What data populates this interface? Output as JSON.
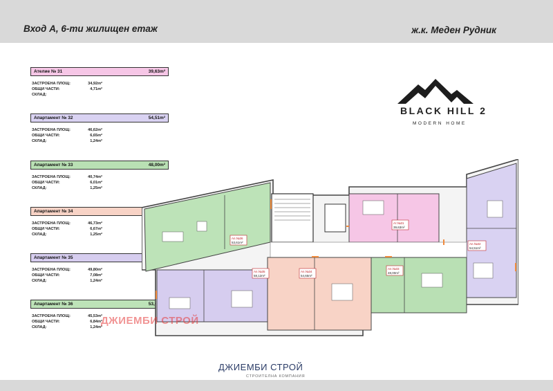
{
  "header": {
    "left_title": "Вход А, 6-ти жилищен етаж",
    "right_title": "ж.к. Меден Рудник"
  },
  "brand": {
    "name": "BLACK HILL 2",
    "tagline": "MODERN HOME"
  },
  "labels": {
    "built_area": "ЗАСТРОЕНА ПЛОЩ:",
    "common_parts": "ОБЩИ ЧАСТИ:",
    "storage": "СКЛАД:"
  },
  "units": [
    {
      "name": "Ателие № 31",
      "area": "39,63m²",
      "built": "34,92m²",
      "common": "4,71m²",
      "storage": "",
      "color": "#f6c6e6"
    },
    {
      "name": "Апартамент № 32",
      "area": "54,51m²",
      "built": "46,62m²",
      "common": "6,65m²",
      "storage": "1,24m²",
      "color": "#d9d2f2"
    },
    {
      "name": "Апартамент № 33",
      "area": "48,00m²",
      "built": "40,74m²",
      "common": "6,01m²",
      "storage": "1,25m²",
      "color": "#b9e0b4"
    },
    {
      "name": "Апартамент № 34",
      "area": "54,65m²",
      "built": "46,73m²",
      "common": "6,67m²",
      "storage": "1,25m²",
      "color": "#f8d3c6"
    },
    {
      "name": "Апартамент № 35",
      "area": "58,12m²",
      "built": "49,80m²",
      "common": "7,08m²",
      "storage": "1,24m²",
      "color": "#d6cdef"
    },
    {
      "name": "Апартамент № 36",
      "area": "53,61m²",
      "built": "45,53m²",
      "common": "6,84m²",
      "storage": "1,24m²",
      "color": "#bde3b8"
    }
  ],
  "plan_labels": {
    "a31": "Ат.№31",
    "a31_area": "39,63m²",
    "a32": "Ап.№32",
    "a32_area": "54,51m²",
    "a33": "Ап.№33",
    "a33_area": "48,00m²",
    "a34": "Ап.№34",
    "a34_area": "54,65m²",
    "a35": "Ап.№35",
    "a35_area": "58,12m²",
    "a36": "Ап.№36",
    "a36_area": "53,61m²"
  },
  "watermark": "ДЖИЕМБИ СТРОЙ",
  "footer": {
    "company": "ДЖИЕМБИ СТРОЙ",
    "subtitle": "СТРОИТЕЛНА КОМПАНИЯ"
  },
  "colors": {
    "pink": "#f6c6e6",
    "lavender": "#d9d2f2",
    "green": "#b9e0b4",
    "peach": "#f8d3c6",
    "red": "#c0282d",
    "orange": "#f08a3c"
  }
}
